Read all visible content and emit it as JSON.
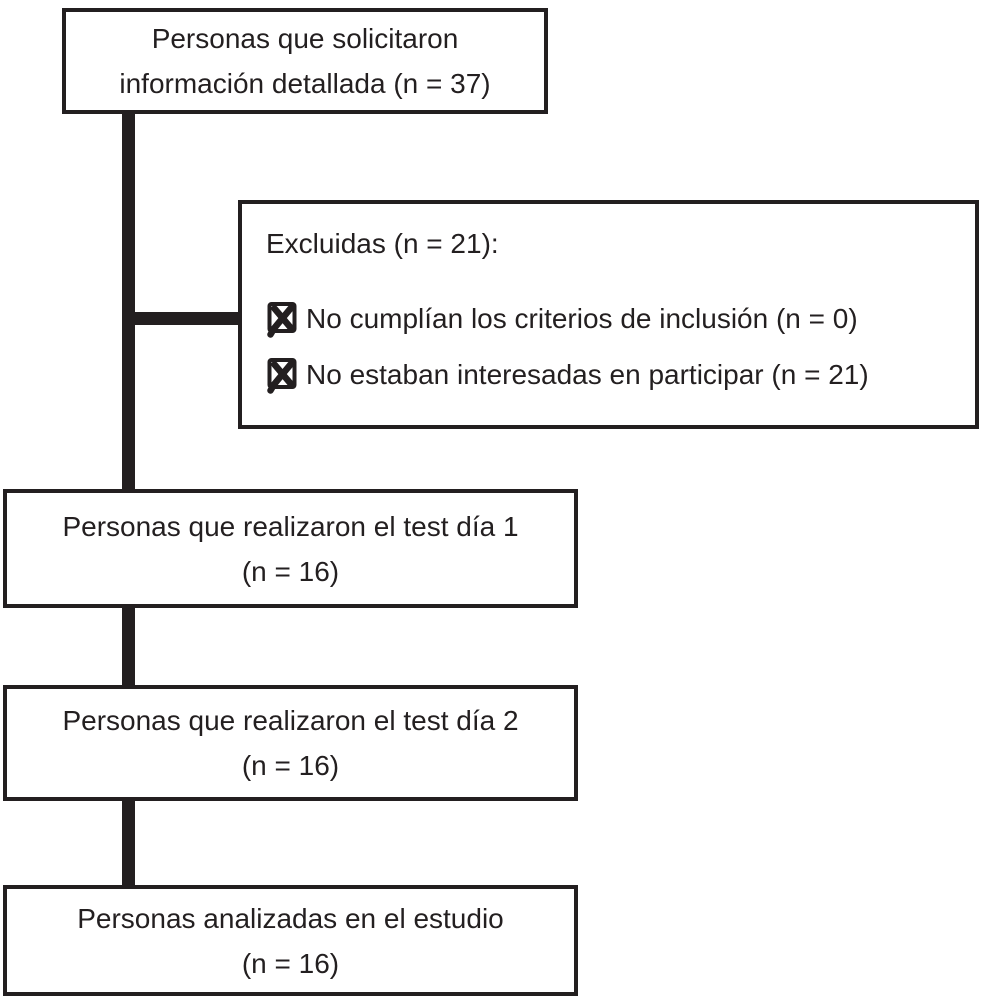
{
  "diagram": {
    "background_color": "#ffffff",
    "ink_color": "#231f20",
    "boxes": {
      "top": {
        "lines": [
          "Personas que solicitaron",
          "información detallada (n = 37)"
        ]
      },
      "excluded": {
        "title": "Excluidas (n = 21):",
        "items": [
          {
            "icon": "ballot-x-icon",
            "label": "No cumplían los criterios de inclusión (n = 0)"
          },
          {
            "icon": "ballot-x-icon",
            "label": "No estaban interesadas en participar (n = 21)"
          }
        ]
      },
      "day1": {
        "lines": [
          "Personas que realizaron el test día 1",
          "(n = 16)"
        ]
      },
      "day2": {
        "lines": [
          "Personas que realizaron el test día 2",
          "(n = 16)"
        ]
      },
      "final": {
        "lines": [
          "Personas analizadas en el estudio",
          "(n = 16)"
        ]
      }
    }
  }
}
